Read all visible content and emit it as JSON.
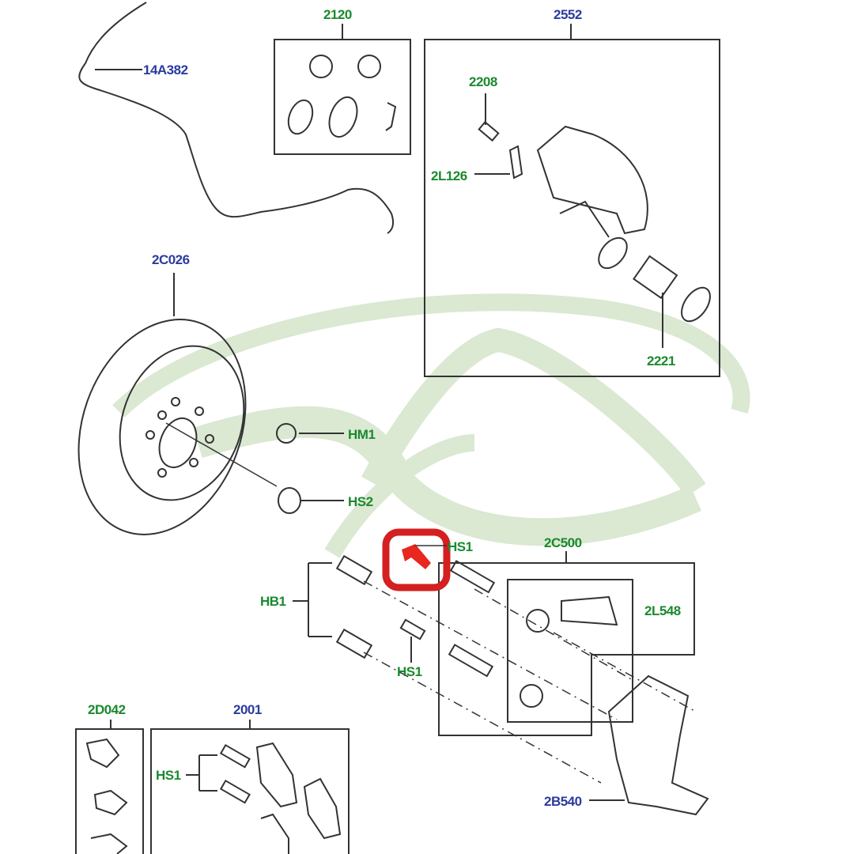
{
  "diagram": {
    "title": "Rear brake assembly parts diagram",
    "colors": {
      "blue_label": "#2b3b9e",
      "green_label": "#1a8a2e",
      "line": "#333333",
      "watermark": "#dbe8d2",
      "highlight": "#d42020"
    },
    "labels": {
      "p14A382": "14A382",
      "p2120": "2120",
      "p2552": "2552",
      "p2208": "2208",
      "p2L126": "2L126",
      "p2221": "2221",
      "p2C026": "2C026",
      "pHM1": "HM1",
      "pHS2": "HS2",
      "pHS1_top": "HS1",
      "p2C500": "2C500",
      "pHB1": "HB1",
      "p2L548": "2L548",
      "pHS1_mid": "HS1",
      "p2D042": "2D042",
      "p2001": "2001",
      "pHS1_pads": "HS1",
      "p2B540": "2B540"
    },
    "highlight": {
      "target_part": "HS1",
      "marker": "red-arrow"
    }
  }
}
